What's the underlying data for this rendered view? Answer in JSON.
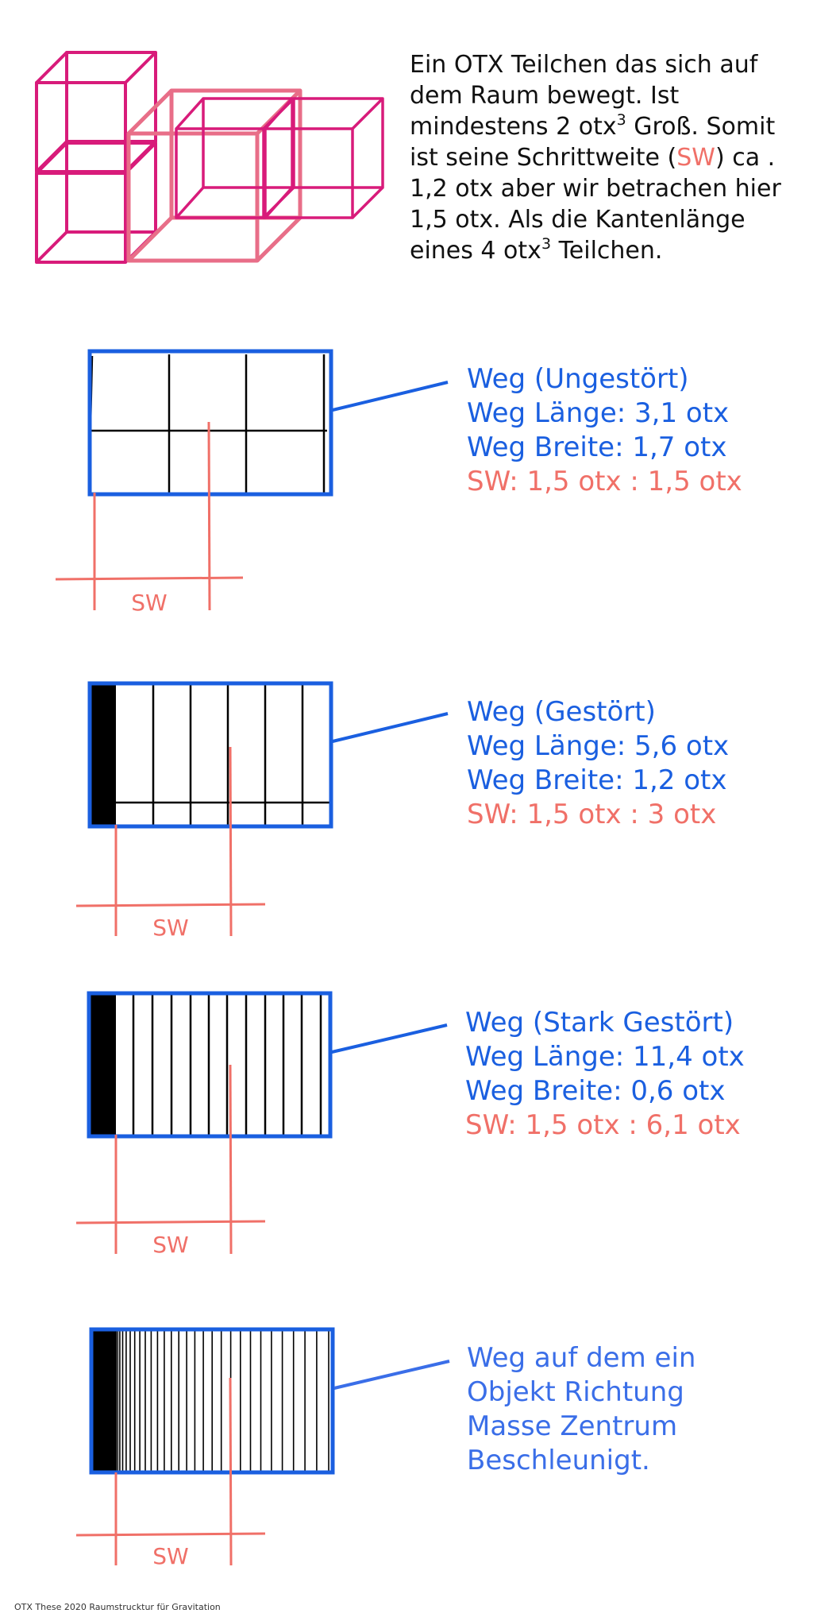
{
  "intro": {
    "part1": "Ein OTX Teilchen das sich auf dem Raum bewegt. Ist mindestens 2 otx",
    "sup1": "3",
    "part2": " Groß. Somit ist seine Schrittweite (",
    "sw_highlight": "SW",
    "part3": ") ca . 1,2 otx aber wir betrachen hier 1,5 otx. Als die Kantenlänge eines 4 otx",
    "sup2": "3",
    "part4": " Teilchen."
  },
  "panels": [
    {
      "title": "Weg (Ungestört)",
      "laenge": "Weg Länge: 3,1 otx",
      "breite": "Weg Breite: 1,7 otx",
      "sw_ratio": "SW: 1,5 otx : 1,5 otx",
      "sw_label": "SW"
    },
    {
      "title": "Weg (Gestört)",
      "laenge": "Weg Länge: 5,6 otx",
      "breite": "Weg Breite: 1,2 otx",
      "sw_ratio": "SW: 1,5 otx : 3 otx",
      "sw_label": "SW"
    },
    {
      "title": "Weg (Stark Gestört)",
      "laenge": "Weg Länge: 11,4 otx",
      "breite": "Weg Breite: 0,6 otx",
      "sw_ratio": "SW: 1,5 otx : 6,1 otx",
      "sw_label": "SW"
    }
  ],
  "accelerated": {
    "line1": "Weg auf dem ein",
    "line2": "Objekt Richtung",
    "line3": "Masse Zentrum",
    "line4": "Beschleunigt.",
    "sw_label": "SW"
  },
  "footer": "OTX These 2020 Raumstrucktur für Gravitation",
  "colors": {
    "frame_blue": "#1a5fe0",
    "label_blue": "#1a5fe0",
    "note_blue": "#3a6ee8",
    "sw_salmon": "#f07068",
    "cube_magenta": "#d81b7a",
    "cube_pink": "#e86e88",
    "grid_black": "#000000"
  }
}
